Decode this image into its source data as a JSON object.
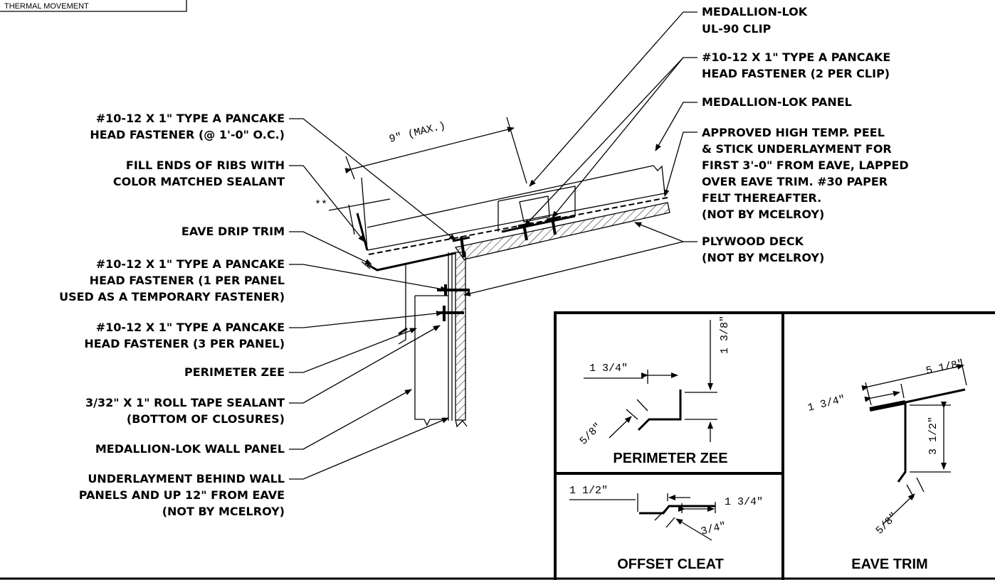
{
  "top_left_note": "THERMAL  MOVEMENT",
  "callouts_left": [
    {
      "lines": [
        "#10-12 X 1\" TYPE A PANCAKE",
        "HEAD FASTENER (@ 1'-0\" O.C.)"
      ]
    },
    {
      "lines": [
        "FILL ENDS OF RIBS WITH",
        "COLOR MATCHED SEALANT"
      ]
    },
    {
      "lines": [
        "EAVE DRIP TRIM"
      ]
    },
    {
      "lines": [
        "#10-12 X 1\" TYPE A PANCAKE",
        "HEAD FASTENER (1 PER PANEL",
        "USED AS A TEMPORARY FASTENER)"
      ]
    },
    {
      "lines": [
        "#10-12 X 1\" TYPE A PANCAKE",
        "HEAD FASTENER (3 PER PANEL)"
      ]
    },
    {
      "lines": [
        "PERIMETER ZEE"
      ]
    },
    {
      "lines": [
        "3/32\" X 1\" ROLL TAPE SEALANT",
        "(BOTTOM OF CLOSURES)"
      ]
    },
    {
      "lines": [
        "MEDALLION-LOK WALL PANEL"
      ]
    },
    {
      "lines": [
        "UNDERLAYMENT BEHIND WALL",
        "PANELS AND UP 12\" FROM EAVE",
        "(NOT BY MCELROY)"
      ]
    }
  ],
  "callouts_right": [
    {
      "lines": [
        "MEDALLION-LOK",
        "UL-90 CLIP"
      ]
    },
    {
      "lines": [
        "#10-12 X 1\" TYPE A PANCAKE",
        "HEAD FASTENER (2 PER CLIP)"
      ]
    },
    {
      "lines": [
        "MEDALLION-LOK PANEL"
      ]
    },
    {
      "lines": [
        "APPROVED HIGH TEMP. PEEL",
        "& STICK UNDERLAYMENT FOR",
        "FIRST 3'-0\" FROM EAVE, LAPPED",
        "OVER EAVE TRIM. #30 PAPER",
        "FELT THEREAFTER.",
        "(NOT BY MCELROY)"
      ]
    },
    {
      "lines": [
        "PLYWOOD DECK",
        "(NOT BY MCELROY)"
      ]
    }
  ],
  "main_dims": {
    "span": "9\"  (MAX.)",
    "stars": "**"
  },
  "details": {
    "perimeter_zee": {
      "title": "PERIMETER ZEE",
      "d1": "1 3/4\"",
      "d2": "1 3/8\"",
      "d3": "5/8\""
    },
    "eave_trim": {
      "title": "EAVE TRIM",
      "d1": "5 1/8\"",
      "d2": "1 3/4\"",
      "d3": "3 1/2\"",
      "d4": "5/8\""
    },
    "offset_cleat": {
      "title": "OFFSET CLEAT",
      "d1": "1 1/2\"",
      "d2": "1 3/4\"",
      "d3": "3/4\""
    }
  }
}
